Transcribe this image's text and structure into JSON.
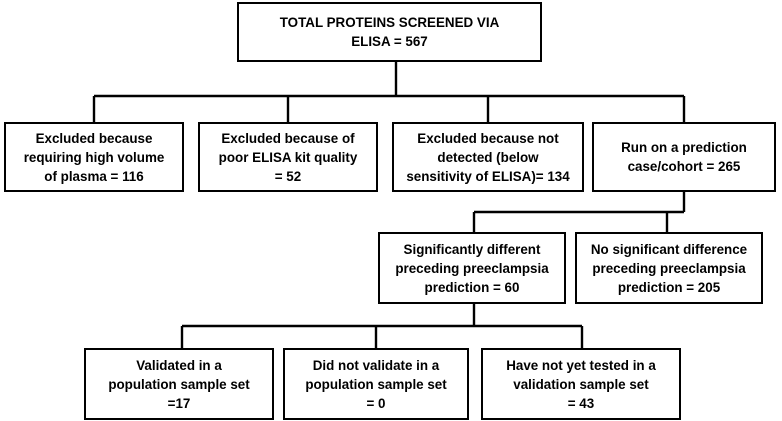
{
  "nodes": {
    "root": "TOTAL PROTEINS SCREENED VIA\nELISA = 567",
    "excl_volume": "Excluded because\nrequiring high volume\nof plasma = 116",
    "excl_kit": "Excluded because of\npoor ELISA kit quality\n= 52",
    "excl_detect": "Excluded because not\ndetected (below\nsensitivity of ELISA)= 134",
    "run_prediction": "Run on a prediction\ncase/cohort = 265",
    "sig_diff": "Significantly different\npreceding preeclampsia\nprediction = 60",
    "no_sig_diff": "No significant difference\npreceding preeclampsia\nprediction = 205",
    "validated": "Validated in a\npopulation sample set\n=17",
    "not_validated": "Did not validate in a\npopulation sample set\n= 0",
    "not_tested": "Have not yet tested in a\nvalidation sample set\n= 43"
  }
}
